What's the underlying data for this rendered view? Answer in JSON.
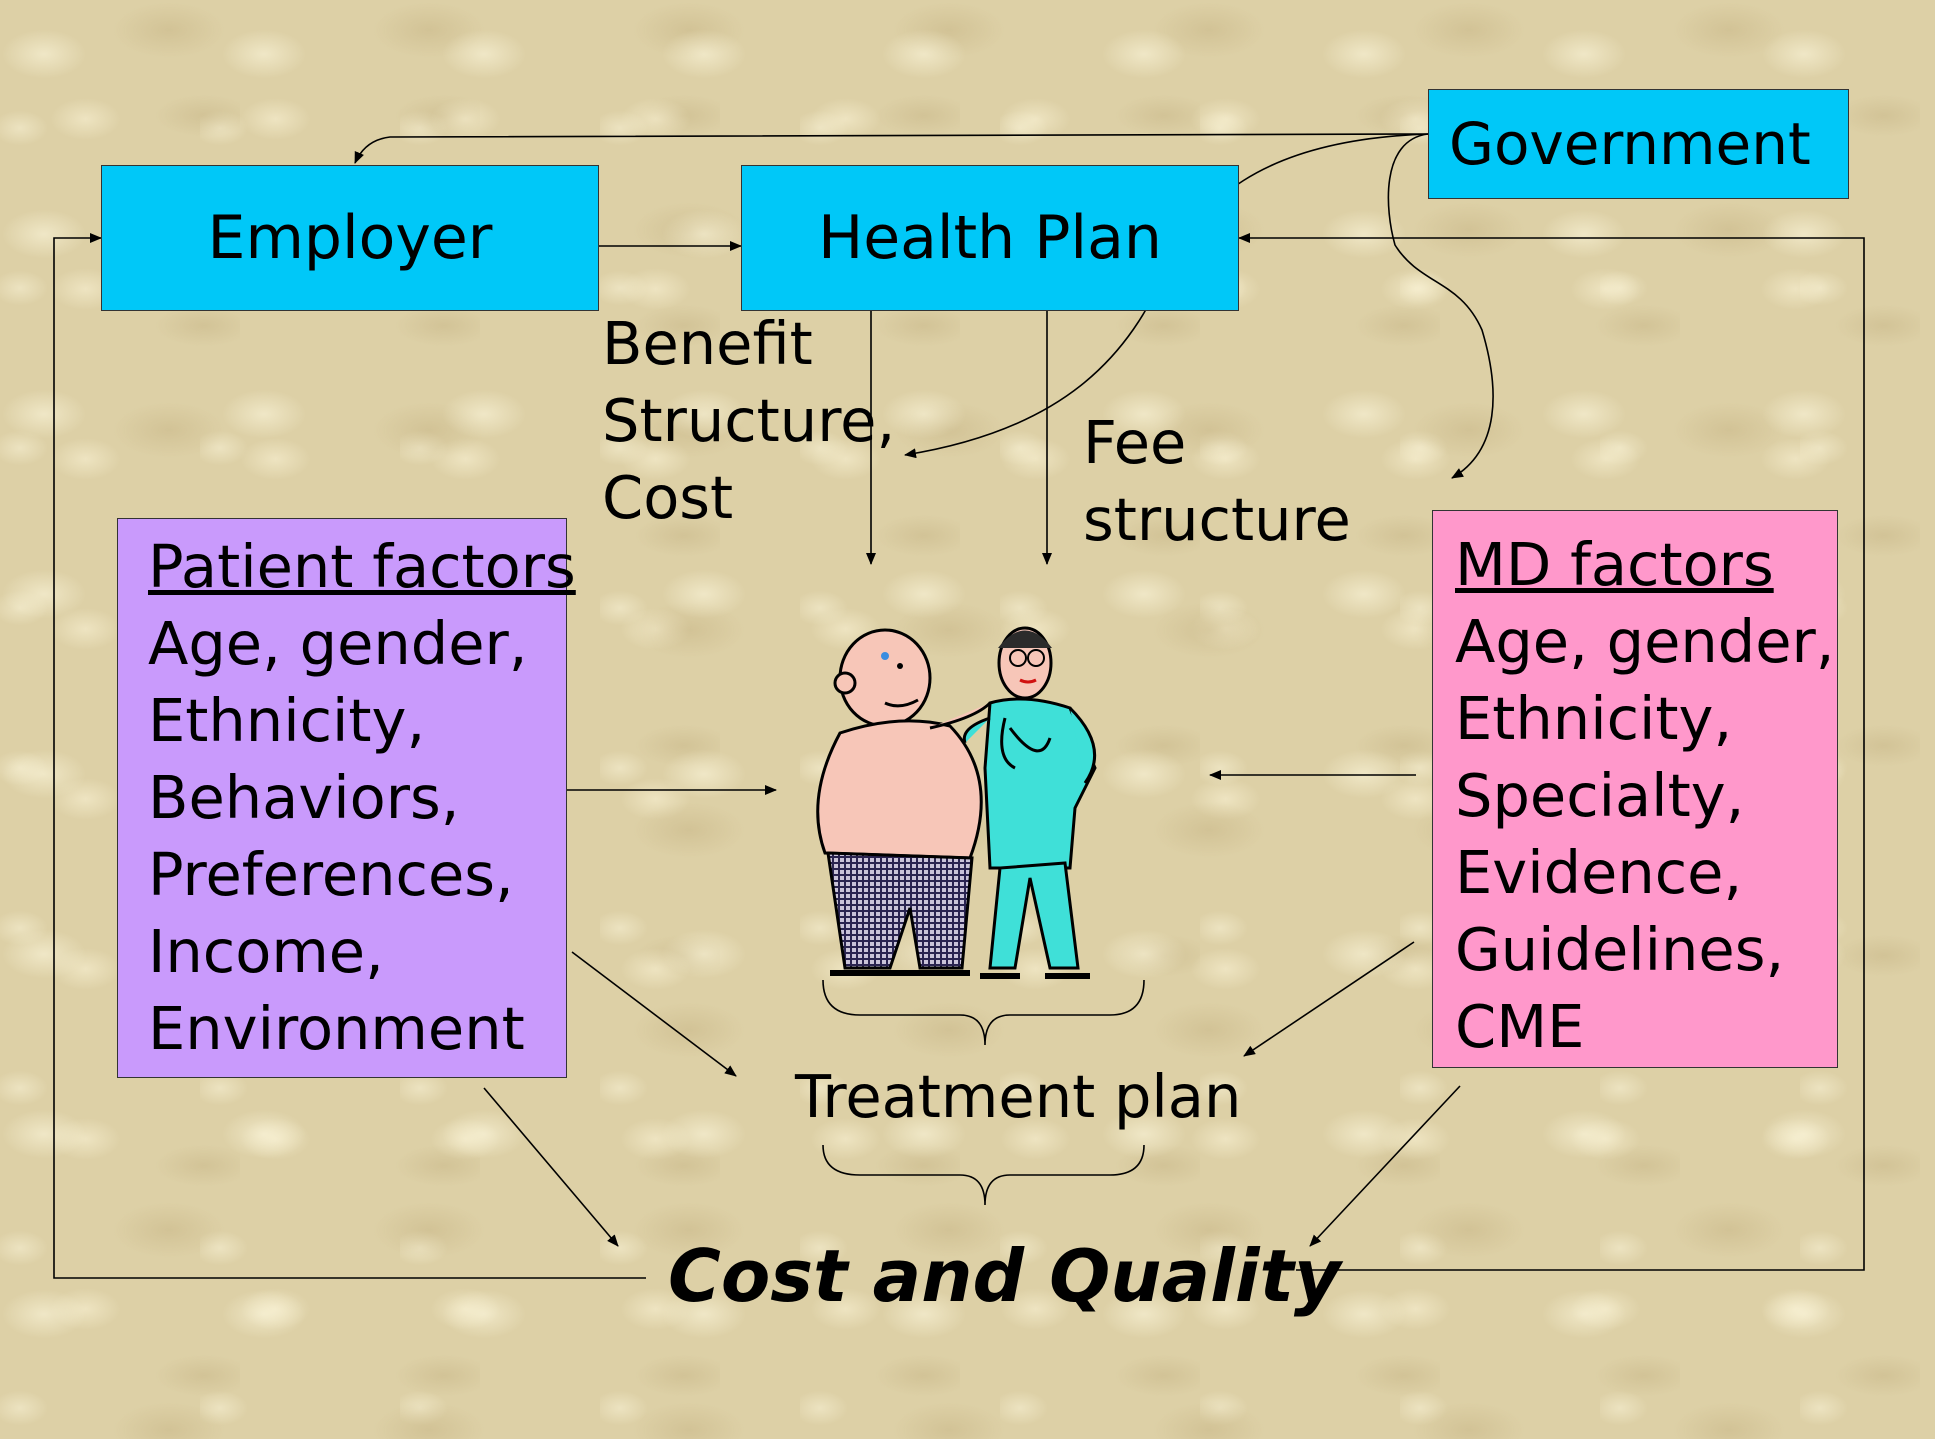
{
  "boxes": {
    "employer": "Employer",
    "health_plan": "Health Plan",
    "government": "Government"
  },
  "labels": {
    "benefit_lines": [
      "Benefit",
      "Structure,",
      "Cost"
    ],
    "fee_lines": [
      "Fee",
      "structure"
    ],
    "treatment_plan": "Treatment plan",
    "cost_quality": "Cost and Quality"
  },
  "patient_factors": {
    "title": "Patient factors",
    "items": [
      "Age, gender,",
      "Ethnicity,",
      "Behaviors,",
      "Preferences,",
      "Income,",
      "Environment"
    ]
  },
  "md_factors": {
    "title": "MD factors",
    "items": [
      "Age, gender,",
      "Ethnicity,",
      "Specialty,",
      "Evidence,",
      "Guidelines,",
      "CME"
    ]
  },
  "colors": {
    "blue_box": "#00c8f8",
    "patient_box": "#c99afc",
    "md_box": "#ff98cb"
  }
}
